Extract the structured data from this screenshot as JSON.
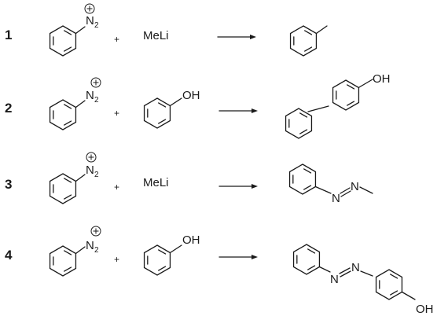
{
  "reactions": [
    {
      "number": "1",
      "reagent_text": "MeLi"
    },
    {
      "number": "2",
      "reagent_text": ""
    },
    {
      "number": "3",
      "reagent_text": "MeLi"
    },
    {
      "number": "4",
      "reagent_text": ""
    }
  ],
  "labels": {
    "nitrogen": "N",
    "subscript_two": "2",
    "positive_charge": "+",
    "plus_sign": "+",
    "hydroxyl": "OH",
    "azo_nitrogen": "N"
  }
}
